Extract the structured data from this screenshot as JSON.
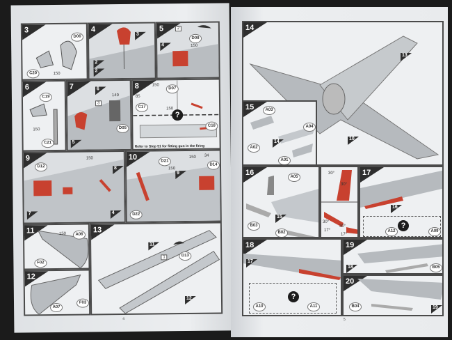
{
  "left_page": {
    "page_number": "4",
    "steps": [
      {
        "n": "3",
        "parts": [
          "D06",
          "C20",
          "150"
        ]
      },
      {
        "n": "4",
        "refs": [
          "3",
          "2",
          "2"
        ]
      },
      {
        "n": "5",
        "parts": [
          "D08",
          "150"
        ],
        "refs": [
          "4"
        ],
        "box": "2"
      },
      {
        "n": "6",
        "parts": [
          "C19",
          "C21",
          "150"
        ]
      },
      {
        "n": "7",
        "parts": [
          "149",
          "D05"
        ],
        "refs": [
          "6",
          "5"
        ],
        "box": "3"
      },
      {
        "n": "8",
        "parts": [
          "150",
          "D07",
          "85",
          "C17",
          "150",
          "C18"
        ],
        "note": "Refer to Step 51 for fitting gun in the firing position."
      },
      {
        "n": "9",
        "parts": [
          "D12",
          "150"
        ],
        "refs": [
          "8",
          "7",
          "4"
        ]
      },
      {
        "n": "10",
        "parts": [
          "D21",
          "150",
          "150",
          "34",
          "D14",
          "D22"
        ],
        "refs": [
          "9"
        ]
      },
      {
        "n": "11",
        "parts": [
          "A06",
          "F02",
          "150"
        ]
      },
      {
        "n": "12",
        "parts": [
          "A07",
          "F03"
        ]
      },
      {
        "n": "13",
        "parts": [
          "D13"
        ],
        "refs": [
          "11",
          "12"
        ],
        "box": "1"
      }
    ]
  },
  "right_page": {
    "page_number": "5",
    "steps": [
      {
        "n": "14",
        "refs": [
          "13",
          "10"
        ]
      },
      {
        "n": "15",
        "parts": [
          "A03",
          "A04",
          "A01",
          "A02"
        ],
        "refs": [
          "14"
        ]
      },
      {
        "n": "16",
        "parts": [
          "A05",
          "B03",
          "B02"
        ],
        "refs": [
          "15"
        ],
        "angles": [
          "30°",
          "30°",
          "30°",
          "17°",
          "30°",
          "17°"
        ]
      },
      {
        "n": "17",
        "parts": [
          "A12",
          "A09"
        ],
        "refs": [
          "16"
        ]
      },
      {
        "n": "18",
        "parts": [
          "A10",
          "A11"
        ],
        "refs": [
          "17"
        ]
      },
      {
        "n": "19",
        "parts": [
          "B05"
        ],
        "refs": [
          "18"
        ]
      },
      {
        "n": "20",
        "parts": [
          "B04"
        ],
        "refs": [
          "19"
        ]
      }
    ]
  },
  "colors": {
    "accent_red": "#c8412f",
    "frame": "#4a4a4a",
    "paper": "#e6e8ea"
  }
}
